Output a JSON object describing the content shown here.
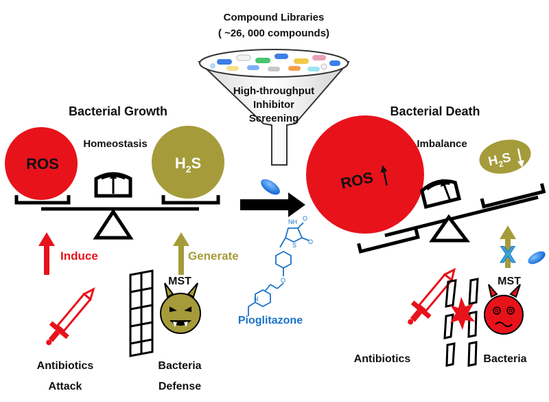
{
  "header": {
    "libraries_line1": "Compound Libraries",
    "libraries_line2": "( ~26, 000 compounds)",
    "funnel_line1": "High-throughput",
    "funnel_line2": "Inhibitor",
    "funnel_line3": "Screening"
  },
  "left": {
    "title": "Bacterial Growth",
    "balance_state": "Homeostasis",
    "ros": "ROS",
    "h2s": "H",
    "h2s_sub": "2",
    "h2s_end": "S",
    "induce": "Induce",
    "generate": "Generate",
    "mst": "MST",
    "antibiotics": "Antibiotics",
    "attack": "Attack",
    "bacteria": "Bacteria",
    "defense": "Defense"
  },
  "middle": {
    "drug": "Pioglitazone",
    "nh": "NH",
    "o1": "O",
    "o2": "O",
    "o3": "O",
    "s": "S",
    "n": "N"
  },
  "right": {
    "title": "Bacterial Death",
    "balance_state": "Imbalance",
    "ros": "ROS",
    "h2s": "H",
    "h2s_sub": "2",
    "h2s_end": "S",
    "mst": "MST",
    "antibiotics": "Antibiotics",
    "bacteria": "Bacteria"
  },
  "colors": {
    "ros_red": "#e8121b",
    "h2s_olive": "#a59b3a",
    "induce_red": "#e8121b",
    "generate_olive": "#a59b3a",
    "drug_blue": "#1a73c8",
    "x_blue": "#3aa6d8"
  }
}
